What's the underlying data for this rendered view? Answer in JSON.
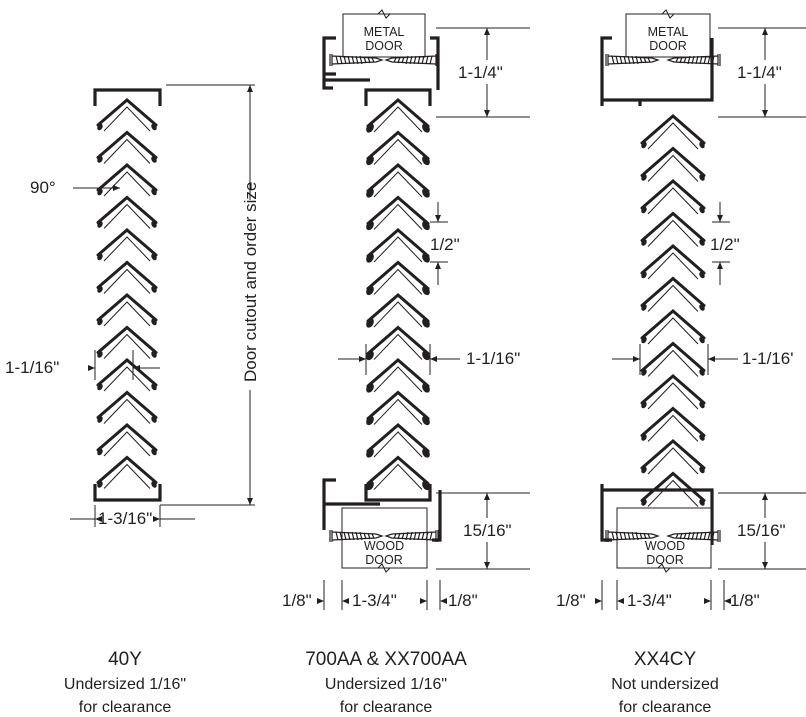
{
  "diagram_labels": {
    "angle": "90°",
    "door_cutout": "Door cutout and order size",
    "metal_door": [
      "METAL",
      "DOOR"
    ],
    "wood_door": [
      "WOOD",
      "DOOR"
    ]
  },
  "louvers": [
    {
      "id": "40Y",
      "model": "40Y",
      "line1": "Undersized 1/16\"",
      "line2": "for clearance",
      "dims": {
        "blade_depth": "1-1/16\"",
        "frame_width": "1-3/16\""
      }
    },
    {
      "id": "700AA",
      "model": "700AA & XX700AA",
      "line1": "Undersized 1/16\"",
      "line2": "for clearance",
      "dims": {
        "top_frame": "1-1/4\"",
        "blade_spacing": "1/2\"",
        "blade_depth": "1-1/16\"",
        "bottom_frame": "15/16\"",
        "left_gap": "1/8\"",
        "door_thickness": "1-3/4\"",
        "right_gap": "1/8\""
      }
    },
    {
      "id": "XX4CY",
      "model": "XX4CY",
      "line1": "Not undersized",
      "line2": "for clearance",
      "dims": {
        "top_frame": "1-1/4\"",
        "blade_spacing": "1/2\"",
        "blade_depth": "1-1/16'",
        "bottom_frame": "15/16\"",
        "left_gap": "1/8\"",
        "door_thickness": "1-3/4\"",
        "right_gap": "1/8\""
      }
    }
  ]
}
